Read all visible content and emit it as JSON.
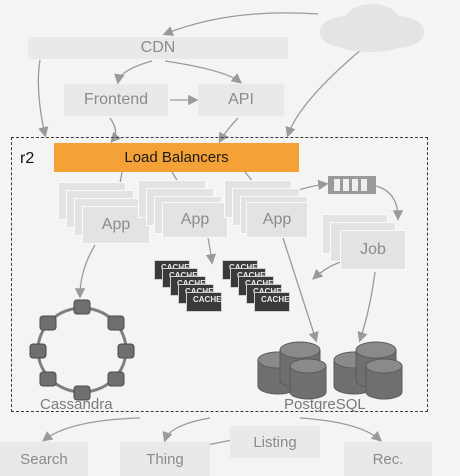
{
  "nodes": {
    "cdn": "CDN",
    "frontend": "Frontend",
    "api": "API",
    "region": "r2",
    "load_balancers": "Load Balancers",
    "app1": "App",
    "app2": "App",
    "app3": "App",
    "job": "Job",
    "cassandra": "Cassandra",
    "postgres": "PostgreSQL",
    "search": "Search",
    "thing": "Thing",
    "listing": "Listing",
    "rec": "Rec."
  },
  "cache_label": "CACHE",
  "colors": {
    "background": "#f4f4f3",
    "node_box": "#e9e9e8",
    "load_balancer": "#f4a137",
    "cache": "#3a3a3a",
    "database": "#6f6f6f",
    "arrow": "#9a9a9a"
  },
  "icons": [
    "cloud-icon",
    "queue-icon",
    "cassandra-ring-icon",
    "postgres-db-icon",
    "cache-icon"
  ]
}
